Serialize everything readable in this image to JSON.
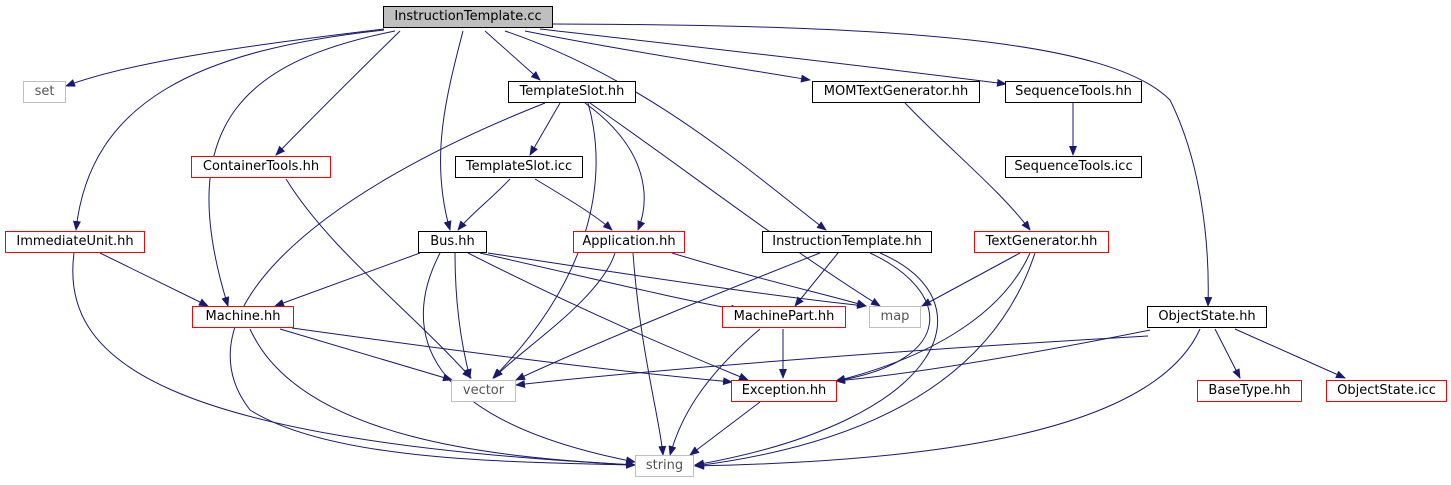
{
  "colors": {
    "edge": "#191970",
    "node_border": "#000000",
    "node_incomplete_border": "#ff0000",
    "node_external_border": "#bfbfbf",
    "root_fill": "#bfbfbf"
  },
  "nodes": {
    "root": "InstructionTemplate.cc",
    "set": "set",
    "template_slot_hh": "TemplateSlot.hh",
    "mom_text_generator_hh": "MOMTextGenerator.hh",
    "sequence_tools_hh": "SequenceTools.hh",
    "container_tools_hh": "ContainerTools.hh",
    "template_slot_icc": "TemplateSlot.icc",
    "sequence_tools_icc": "SequenceTools.icc",
    "immediate_unit_hh": "ImmediateUnit.hh",
    "bus_hh": "Bus.hh",
    "application_hh": "Application.hh",
    "instruction_template_hh": "InstructionTemplate.hh",
    "text_generator_hh": "TextGenerator.hh",
    "machine_hh": "Machine.hh",
    "machine_part_hh": "MachinePart.hh",
    "map": "map",
    "object_state_hh": "ObjectState.hh",
    "vector": "vector",
    "exception_hh": "Exception.hh",
    "base_type_hh": "BaseType.hh",
    "object_state_icc": "ObjectState.icc",
    "string": "string"
  }
}
